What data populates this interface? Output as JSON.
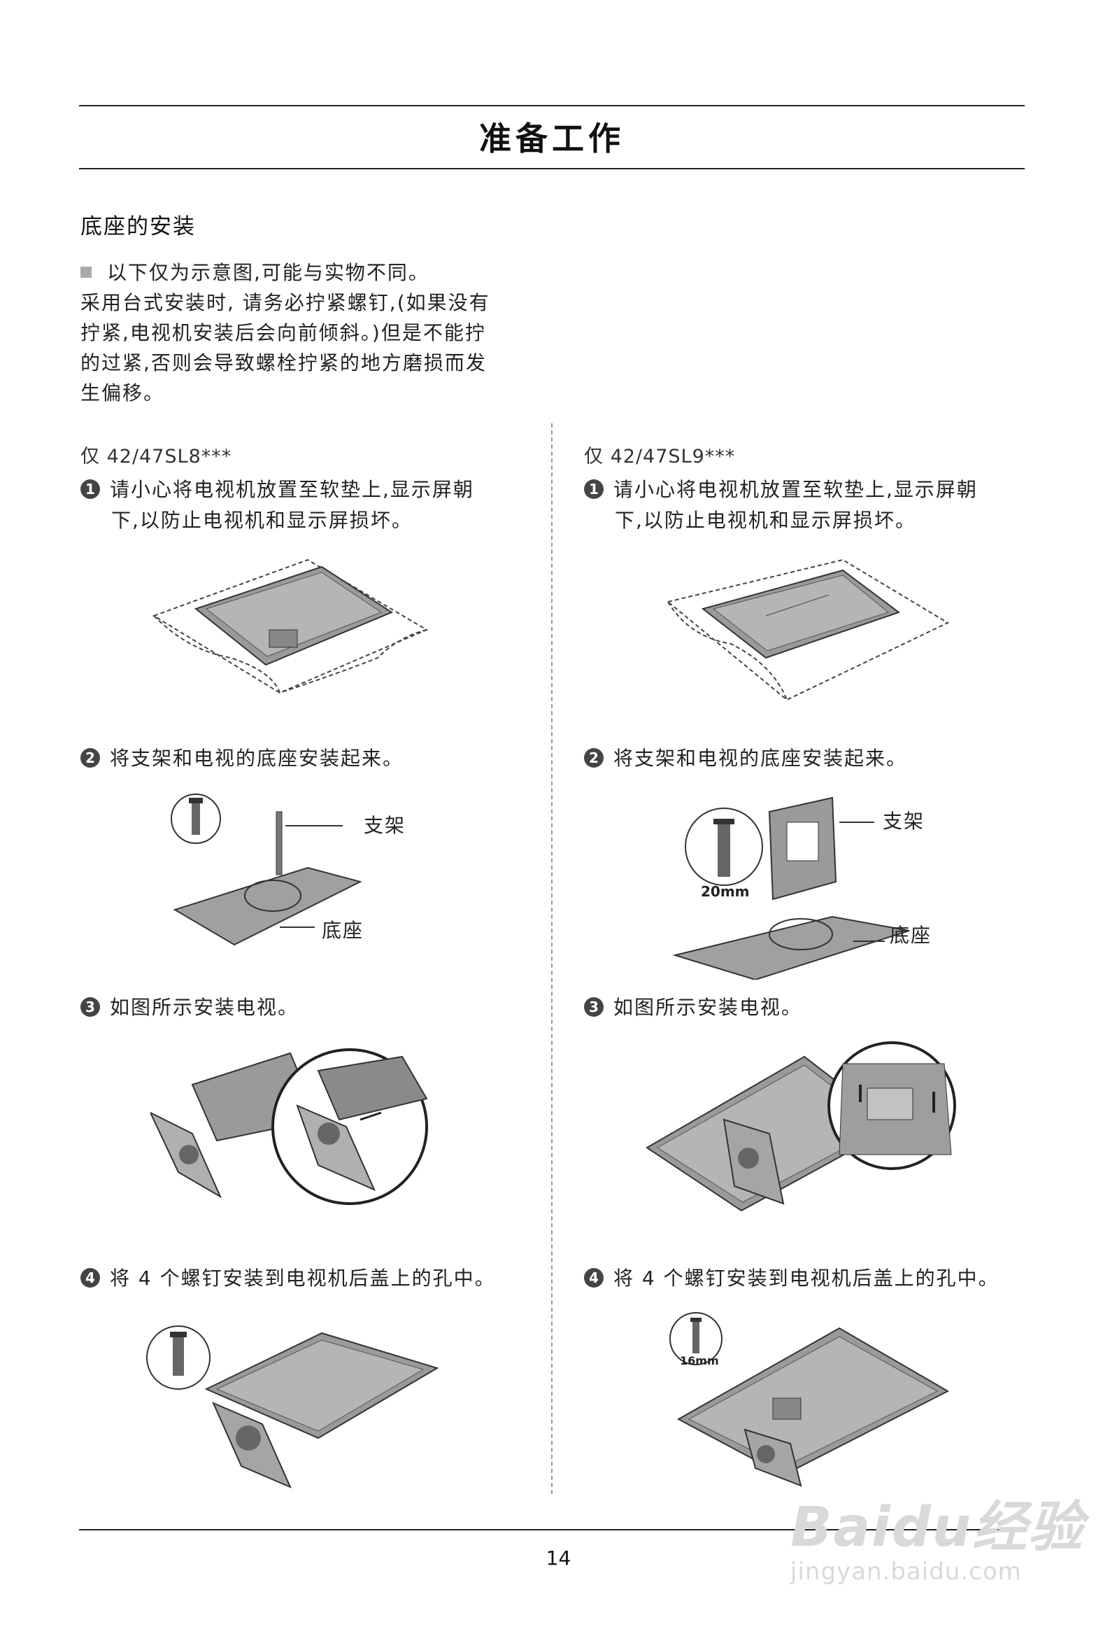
{
  "header": {
    "title": "准备工作"
  },
  "section": {
    "title": "底座的安装"
  },
  "intro": {
    "note": "以下仅为示意图,可能与实物不同。",
    "lines": [
      "采用台式安装时, 请务必拧紧螺钉,(如果没有",
      "拧紧,电视机安装后会向前倾斜。)但是不能拧",
      "的过紧,否则会导致螺栓拧紧的地方磨损而发",
      "生偏移。"
    ]
  },
  "left": {
    "model": "仅 42/47SL8***",
    "step1": {
      "num": "1",
      "line1": "请小心将电视机放置至软垫上,显示屏朝",
      "line2": "下,以防止电视机和显示屏损坏。"
    },
    "step2": {
      "num": "2",
      "text": "将支架和电视的底座安装起来。",
      "label_stand": "支架",
      "label_base": "底座"
    },
    "step3": {
      "num": "3",
      "text": "如图所示安装电视。"
    },
    "step4": {
      "num": "4",
      "text": "将 4 个螺钉安装到电视机后盖上的孔中。"
    }
  },
  "right": {
    "model": "仅 42/47SL9***",
    "step1": {
      "num": "1",
      "line1": "请小心将电视机放置至软垫上,显示屏朝",
      "line2": "下,以防止电视机和显示屏损坏。"
    },
    "step2": {
      "num": "2",
      "text": "将支架和电视的底座安装起来。",
      "label_stand": "支架",
      "label_base": "底座",
      "screw_size": "20mm"
    },
    "step3": {
      "num": "3",
      "text": "如图所示安装电视。"
    },
    "step4": {
      "num": "4",
      "text": "将 4 个螺钉安装到电视机后盖上的孔中。",
      "screw_size": "16mm"
    }
  },
  "footer": {
    "page_number": "14"
  },
  "watermark": {
    "brand": "Baidu经验",
    "url": "jingyan.baidu.com"
  }
}
